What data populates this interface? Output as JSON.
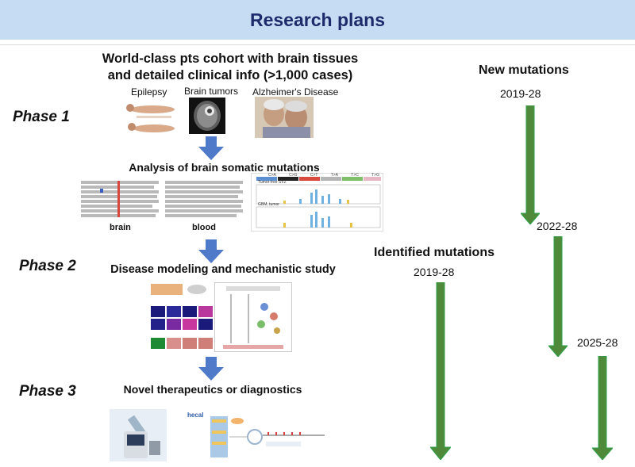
{
  "header": {
    "title": "Research plans"
  },
  "phases": {
    "phase1": "Phase 1",
    "phase2": "Phase 2",
    "phase3": "Phase 3"
  },
  "cohort": {
    "title_line1": "World-class pts cohort with brain tissues",
    "title_line2": "and detailed clinical info (>1,000 cases)",
    "labels": [
      "Epilepsy",
      "Brain tumors",
      "Alzheimer's Disease"
    ]
  },
  "analysis": {
    "title": "Analysis of brain somatic mutations",
    "brain_label": "brain",
    "blood_label": "blood",
    "chart_label_top": "Tumor-free SVZ",
    "chart_label_bottom": "GBM, tumor",
    "chart_header": [
      "C>A",
      "C>G",
      "C>T",
      "T>A",
      "T>C",
      "T>G"
    ]
  },
  "modeling": {
    "title": "Disease modeling and mechanistic study"
  },
  "therapeutics": {
    "title": "Novel therapeutics or diagnostics",
    "figure_label": "hecal"
  },
  "timeline": {
    "new_mutations": "New mutations",
    "identified_mutations": "Identified mutations",
    "years_a": "2019-28",
    "years_b": "2022-28",
    "years_c": "2019-28",
    "years_d": "2025-28"
  },
  "colors": {
    "header_bg": "#c5dcf2",
    "title_text": "#1d2a6b",
    "flow_arrow": "#4f79c9",
    "timeline_arrow": "#2fa24c"
  }
}
